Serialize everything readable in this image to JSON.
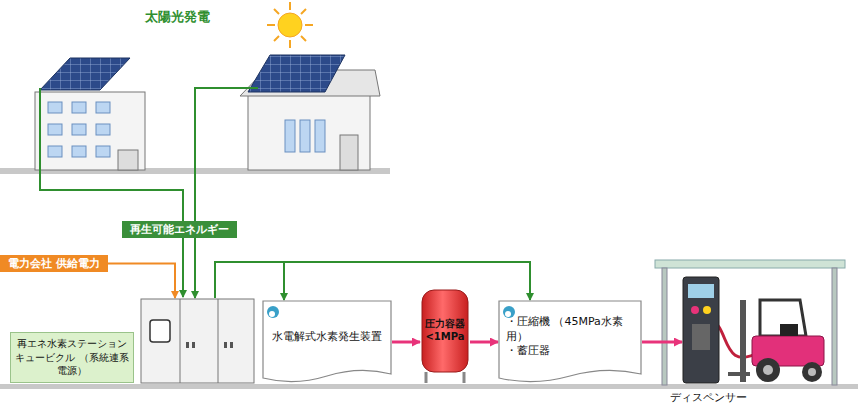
{
  "diagram": {
    "nodes": [
      {
        "text": [
          "再生可能エネルギー"
        ]
      },
      {
        "text": [
          "電力会社 供給電力"
        ]
      },
      {
        "text": [
          "再エネ水素ステーション キュービクル （系統連系電源）"
        ]
      },
      {
        "text": [
          "水電解式水素発生装置"
        ]
      },
      {
        "text": [
          "圧力容器 <1MPa"
        ]
      },
      {
        "text": [
          "・圧縮機 （45MPa水素用）",
          "・蓄圧器"
        ]
      },
      {
        "text": [
          "ディスペンサー"
        ]
      }
    ],
    "edges": [
      {
        "from": 0,
        "to": 2,
        "arrow": "to"
      },
      {
        "from": 1,
        "to": 2,
        "arrow": "to"
      },
      {
        "from": 2,
        "to": 3,
        "arrow": "to"
      },
      {
        "from": 2,
        "to": 5,
        "arrow": "to"
      },
      {
        "from": 3,
        "to": 4,
        "arrow": "to"
      },
      {
        "from": 4,
        "to": 5,
        "arrow": "to"
      },
      {
        "from": 5,
        "to": 6,
        "arrow": "to"
      }
    ],
    "labels": [
      "太陽光発電"
    ]
  }
}
